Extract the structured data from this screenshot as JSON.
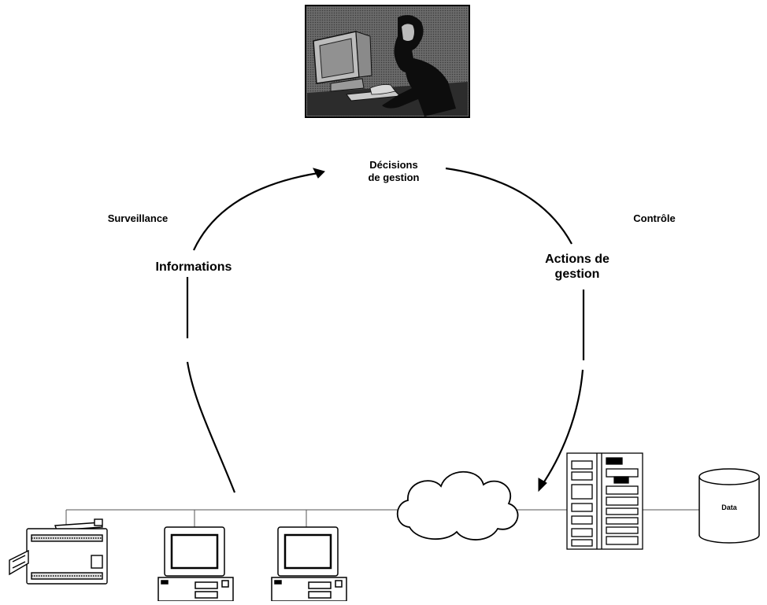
{
  "labels": {
    "decisions_line1": "Décisions",
    "decisions_line2": "de gestion",
    "surveillance": "Surveillance",
    "controle": "Contrôle",
    "informations": "Informations",
    "actions_line1": "Actions de",
    "actions_line2": "gestion",
    "data": "Data"
  },
  "icons": {
    "operator": "person-at-computer-icon",
    "printer": "printer-icon",
    "workstation": "desktop-computer-icon",
    "cloud": "network-cloud-icon",
    "server": "server-rack-icon",
    "database": "database-cylinder-icon"
  },
  "colors": {
    "line": "#000000",
    "photo_bg": "#5a5a5a",
    "background": "#ffffff"
  }
}
